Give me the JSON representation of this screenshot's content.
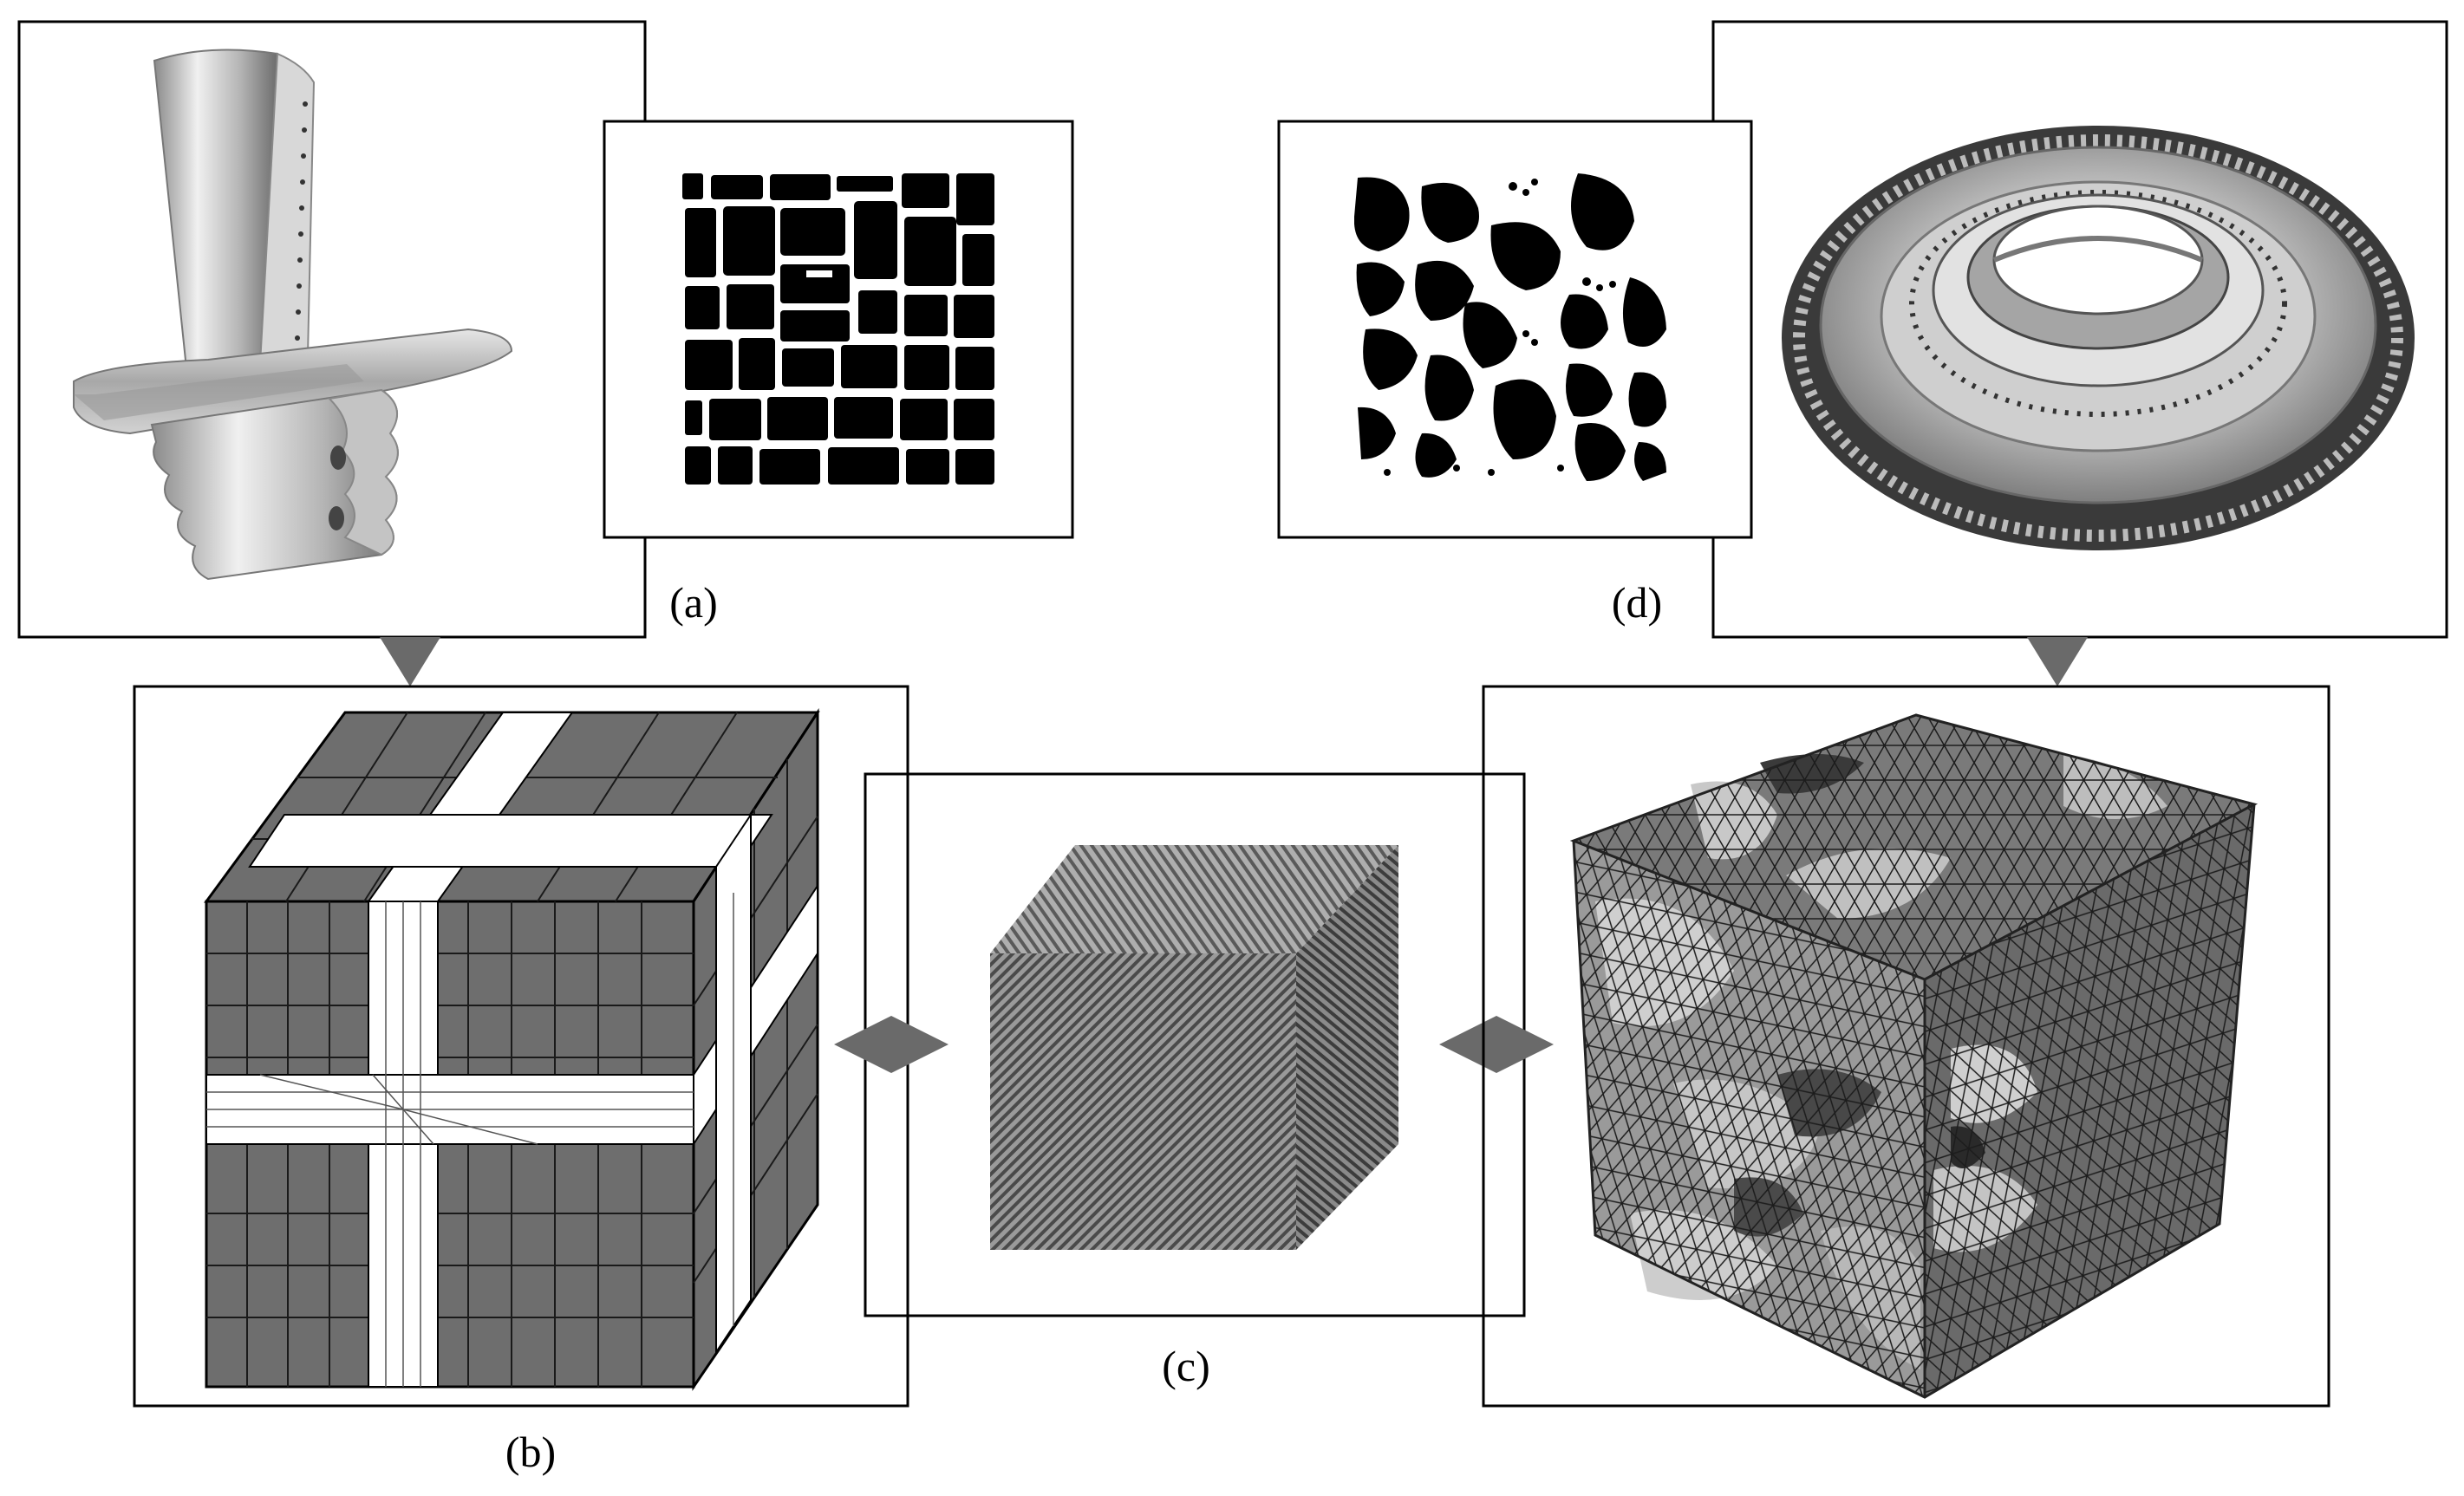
{
  "labels": {
    "a": "(a)",
    "b": "(b)",
    "c": "(c)",
    "d": "(d)"
  },
  "icons": {
    "blade": "turbine-blade-icon",
    "disk": "turbine-disk-icon",
    "cuboidal": "cuboidal-microstructure-icon",
    "rounded": "rounded-microstructure-icon",
    "hexmesh": "hex-mesh-cube-icon",
    "lattice": "lattice-cube-icon",
    "tetmesh": "tet-mesh-cube-icon"
  },
  "colors": {
    "precipitate": "#000000",
    "mesh_gray": "#6e6e6e",
    "connector": "#6a6a6a"
  }
}
